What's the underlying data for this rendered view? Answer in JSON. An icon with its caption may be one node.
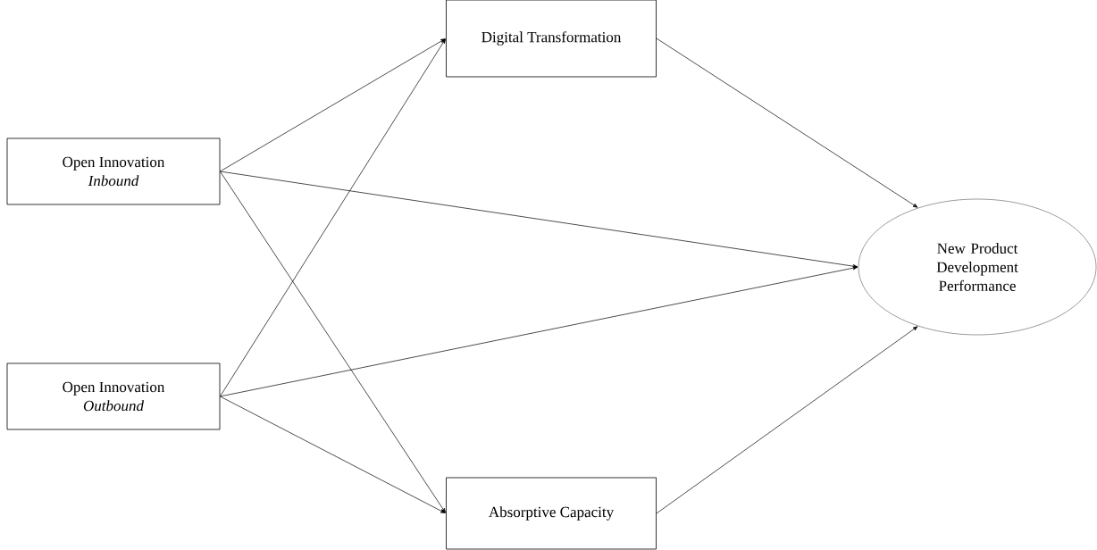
{
  "diagram": {
    "nodes": [
      {
        "text": [
          "Open Innovation",
          "Inbound"
        ]
      },
      {
        "text": [
          "Digital Transformation"
        ]
      },
      {
        "text": [
          "Open Innovation",
          "Outbound"
        ]
      },
      {
        "text": [
          "Absorptive Capacity"
        ]
      },
      {
        "text": [
          "New Product Development Performance"
        ]
      }
    ],
    "edges": [
      {
        "from": 0,
        "to": 1,
        "arrow": "to"
      },
      {
        "from": 0,
        "to": 4,
        "arrow": "to"
      },
      {
        "from": 0,
        "to": 3,
        "arrow": "to"
      },
      {
        "from": 2,
        "to": 1,
        "arrow": "to"
      },
      {
        "from": 2,
        "to": 4,
        "arrow": "to"
      },
      {
        "from": 2,
        "to": 3,
        "arrow": "to"
      },
      {
        "from": 1,
        "to": 4,
        "arrow": "to"
      },
      {
        "from": 3,
        "to": 4,
        "arrow": "to"
      }
    ]
  }
}
